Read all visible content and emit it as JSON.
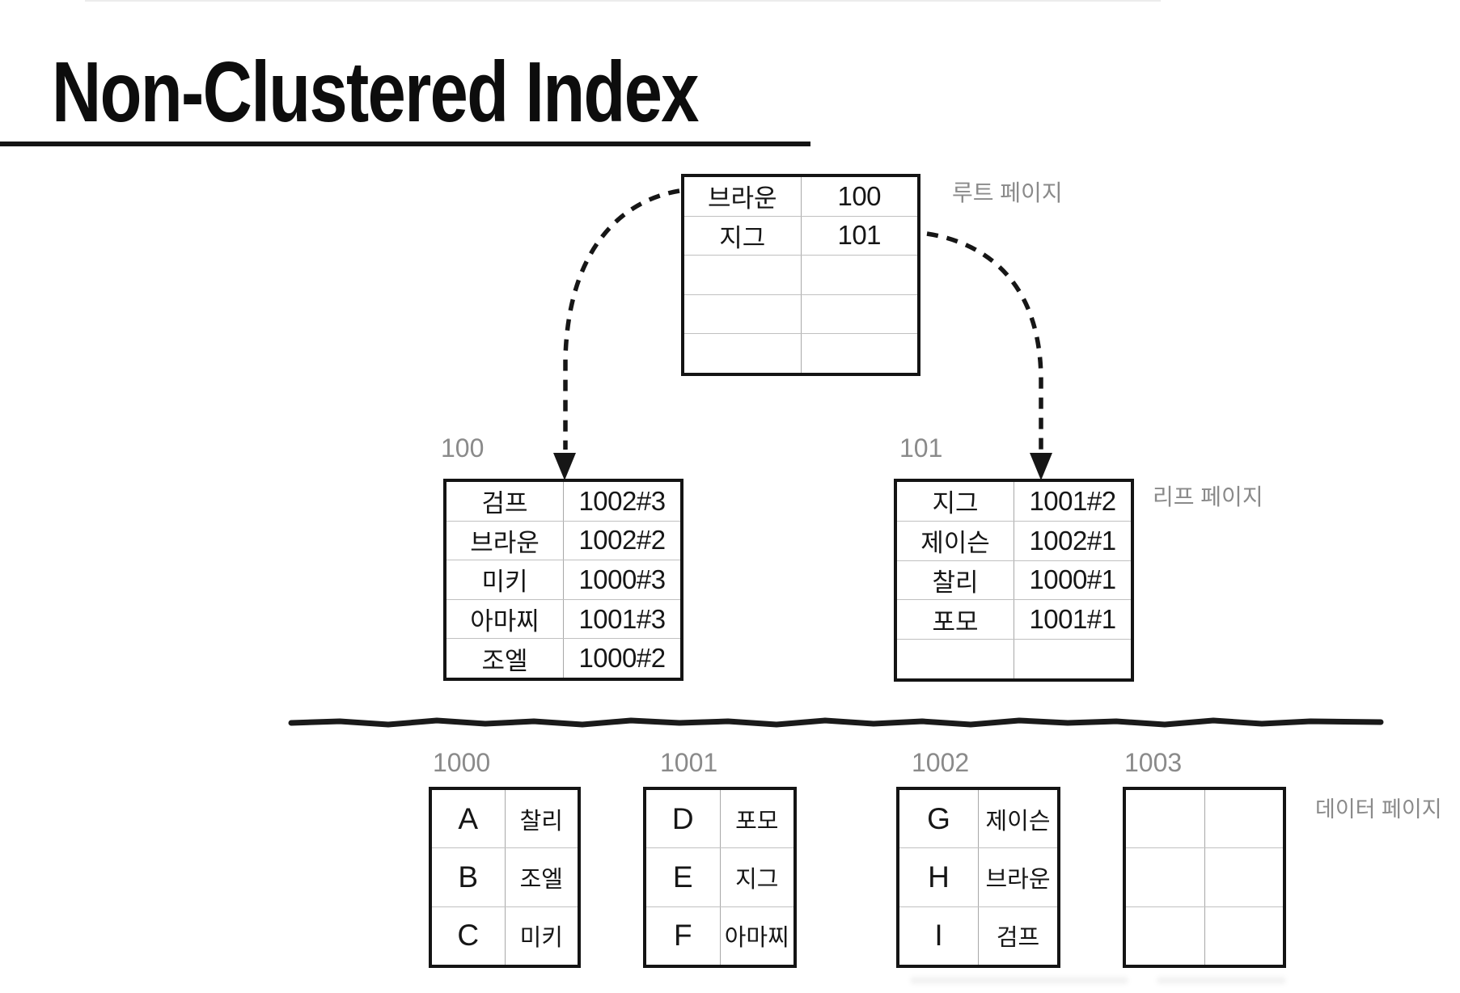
{
  "title": {
    "text": "Non-Clustered Index"
  },
  "root_page": {
    "label": "루트 페이지",
    "rows": [
      [
        "브라운",
        "100"
      ],
      [
        "지그",
        "101"
      ],
      [
        "",
        ""
      ],
      [
        "",
        ""
      ],
      [
        "",
        ""
      ]
    ]
  },
  "leaf_pages": {
    "label": "리프 페이지",
    "pages": [
      {
        "id": "100",
        "rows": [
          [
            "검프",
            "1002#3"
          ],
          [
            "브라운",
            "1002#2"
          ],
          [
            "미키",
            "1000#3"
          ],
          [
            "아마찌",
            "1001#3"
          ],
          [
            "조엘",
            "1000#2"
          ]
        ]
      },
      {
        "id": "101",
        "rows": [
          [
            "지그",
            "1001#2"
          ],
          [
            "제이슨",
            "1002#1"
          ],
          [
            "찰리",
            "1000#1"
          ],
          [
            "포모",
            "1001#1"
          ],
          [
            "",
            ""
          ]
        ]
      }
    ]
  },
  "data_pages": {
    "label": "데이터 페이지",
    "pages": [
      {
        "id": "1000",
        "rows": [
          [
            "A",
            "찰리"
          ],
          [
            "B",
            "조엘"
          ],
          [
            "C",
            "미키"
          ]
        ]
      },
      {
        "id": "1001",
        "rows": [
          [
            "D",
            "포모"
          ],
          [
            "E",
            "지그"
          ],
          [
            "F",
            "아마찌"
          ]
        ]
      },
      {
        "id": "1002",
        "rows": [
          [
            "G",
            "제이슨"
          ],
          [
            "H",
            "브라운"
          ],
          [
            "I",
            "검프"
          ]
        ]
      },
      {
        "id": "1003",
        "rows": [
          [
            "",
            ""
          ],
          [
            "",
            ""
          ],
          [
            "",
            ""
          ]
        ]
      }
    ]
  },
  "colors": {
    "ink": "#161616",
    "label_gray": "#8a8a8a",
    "grid_line": "#c0c0c0"
  }
}
